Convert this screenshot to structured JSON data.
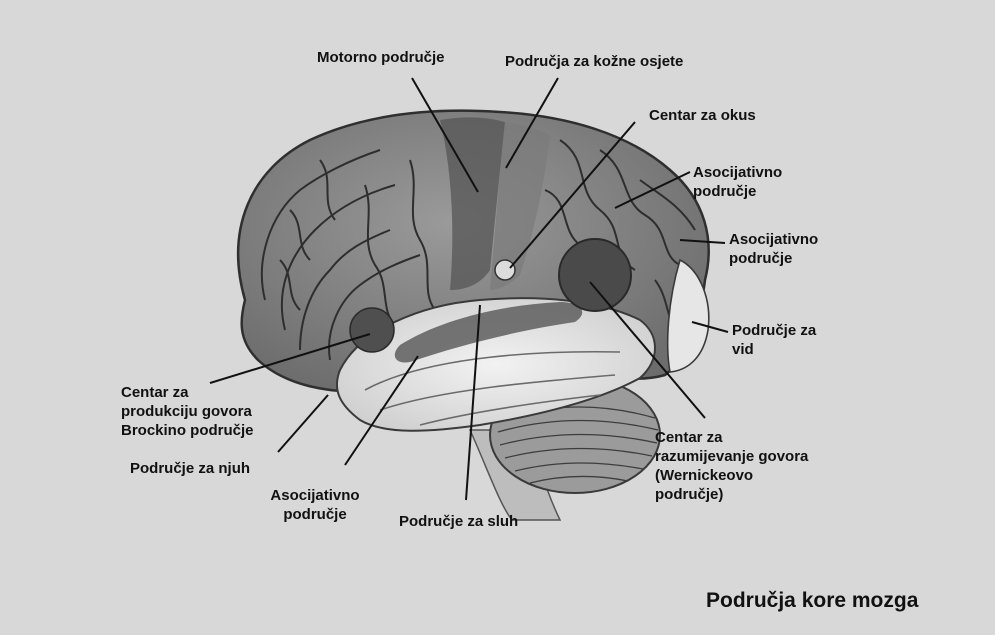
{
  "caption": "Područja kore mozga",
  "labels": {
    "motor": "Motorno područje",
    "skin": "Područja za kožne osjete",
    "taste": "Centar za okus",
    "assoc_upper_1": "Asocijativno",
    "assoc_upper_2": "područje",
    "assoc_right_1": "Asocijativno",
    "assoc_right_2": "područje",
    "vision_1": "Područje za",
    "vision_2": "vid",
    "broca_1": "Centar za",
    "broca_2": "produkciju govora",
    "broca_3": "Brockino područje",
    "smell": "Područje za njuh",
    "assoc_lower_1": "Asocijativno",
    "assoc_lower_2": "područje",
    "hearing": "Područje za sluh",
    "wernicke_1": "Centar za",
    "wernicke_2": "razumijevanje govora",
    "wernicke_3": "(Wernickeovo",
    "wernicke_4": "područje)"
  }
}
